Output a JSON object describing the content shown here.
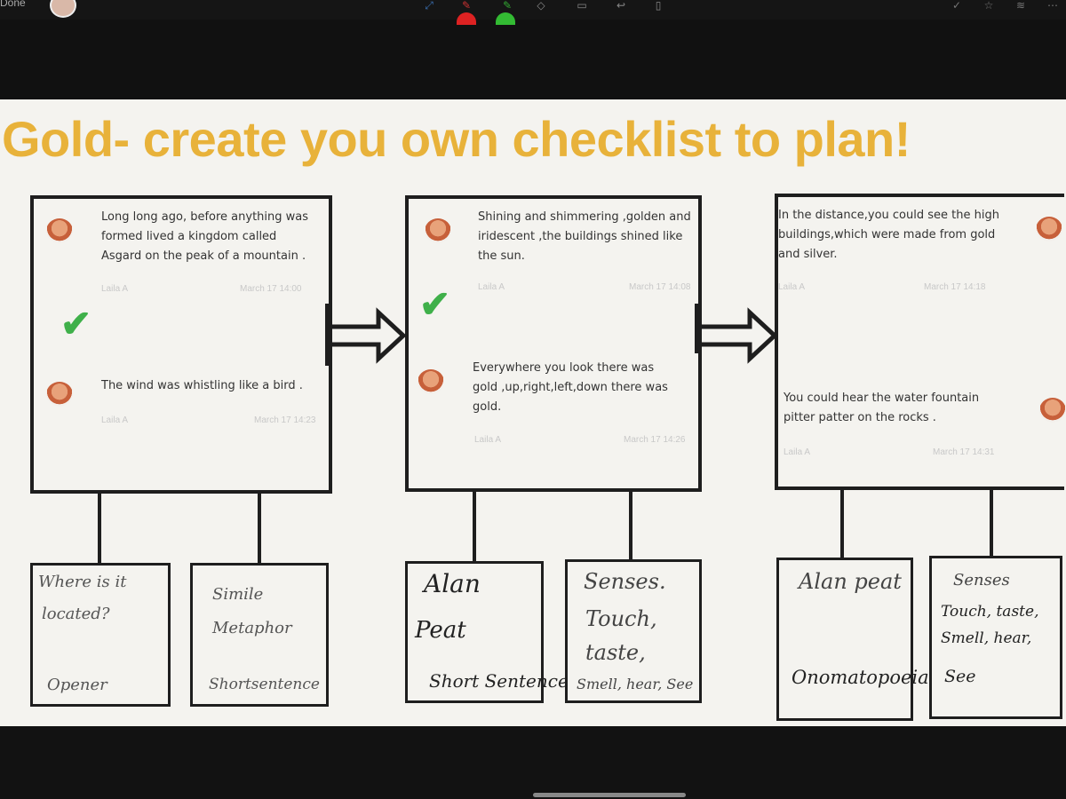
{
  "topbar": {
    "done_label": "Done"
  },
  "slide": {
    "title": "Gold- create you own checklist to plan!",
    "accent_color": "#e8b23a",
    "check_color": "#3fb04a"
  },
  "panels": [
    {
      "posts": [
        {
          "text_lines": [
            "Long long ago, before anything was",
            "formed lived a kingdom called",
            "Asgard on the peak of a mountain ."
          ],
          "author": "Laila A",
          "time": "March 17 14:00"
        },
        {
          "text_lines": [
            "The wind was whistling like a bird ."
          ],
          "author": "Laila A",
          "time": "March 17 14:23"
        }
      ],
      "boxes": [
        {
          "lines": [
            "Where is it",
            "located?",
            "",
            "Opener"
          ]
        },
        {
          "lines": [
            "Simile",
            "Metaphor",
            "",
            "Shortsentence"
          ]
        }
      ]
    },
    {
      "posts": [
        {
          "text_lines": [
            "Shining and shimmering ,golden and",
            "iridescent ,the buildings shined like",
            "the sun."
          ],
          "author": "Laila A",
          "time": "March 17 14:08"
        },
        {
          "text_lines": [
            "Everywhere you look there was",
            "gold ,up,right,left,down there was",
            "gold."
          ],
          "author": "Laila A",
          "time": "March 17 14:26"
        }
      ],
      "boxes": [
        {
          "lines": [
            "Alan",
            "Peat",
            "Short Sentence"
          ]
        },
        {
          "lines": [
            "Senses.",
            "Touch,",
            "taste,",
            "Smell, hear, See"
          ]
        }
      ]
    },
    {
      "posts": [
        {
          "text_lines": [
            "In the distance,you could see the high",
            "buildings,which were made from gold",
            "and silver."
          ],
          "author": "Laila A",
          "time": "March 17 14:18"
        },
        {
          "text_lines": [
            "You could hear the water fountain",
            "pitter patter on the rocks ."
          ],
          "author": "Laila A",
          "time": "March 17 14:31"
        }
      ],
      "boxes": [
        {
          "lines": [
            "Alan peat",
            "",
            "Onomatopoeia"
          ]
        },
        {
          "lines": [
            "Senses",
            "Touch, taste,",
            "Smell, hear,",
            "See"
          ]
        }
      ]
    }
  ]
}
